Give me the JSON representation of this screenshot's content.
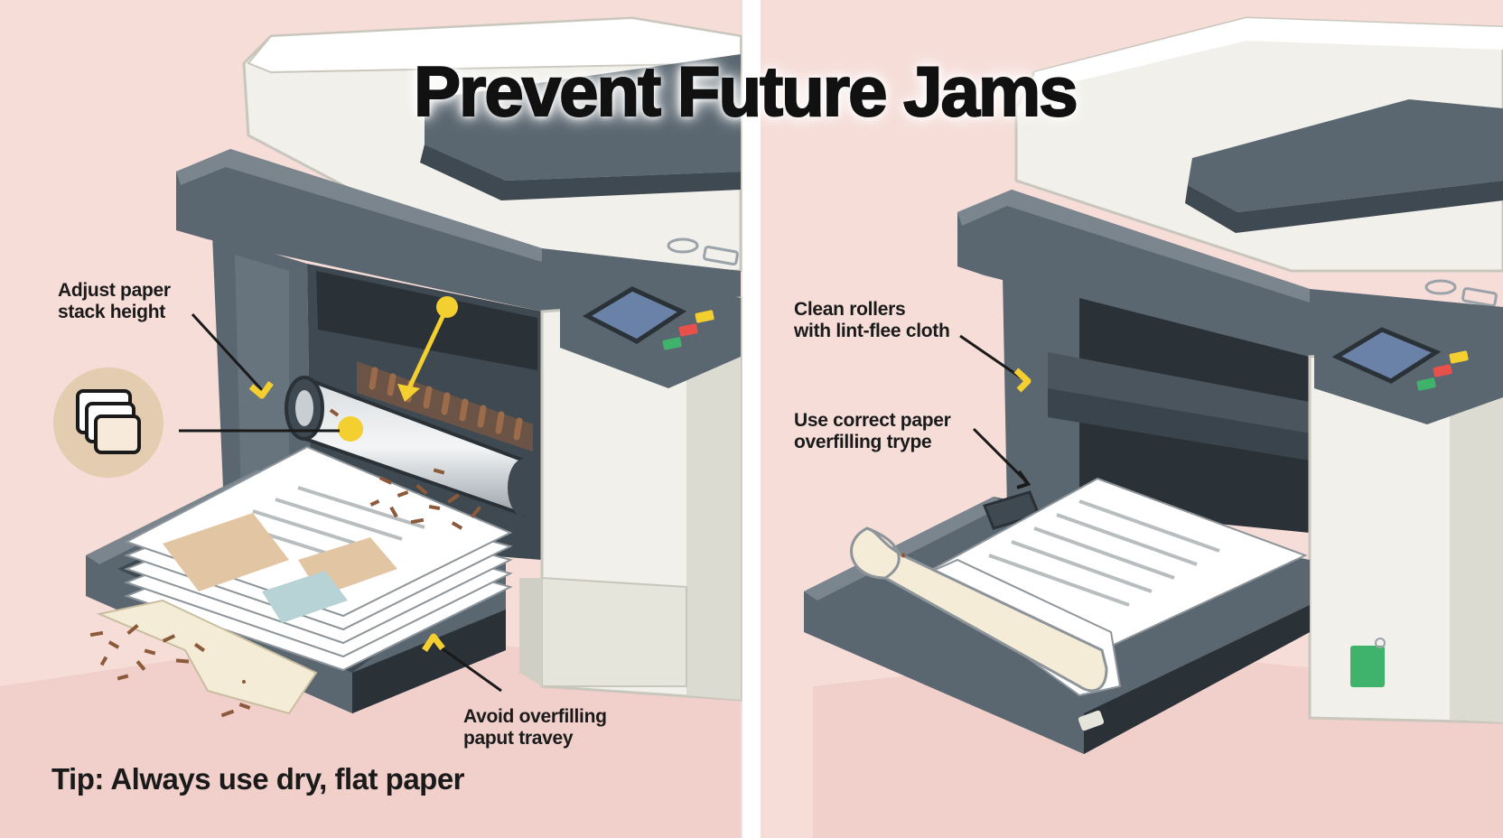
{
  "title": "Prevent Future Jams",
  "tip": "Tip: Always use dry, flat paper",
  "left_panel": {
    "labels": {
      "adjust_stack": [
        "Adjust paper",
        "stack height"
      ],
      "avoid_overfilling": [
        "Avoid overfilling",
        "paput travey"
      ]
    }
  },
  "right_panel": {
    "labels": {
      "clean_rollers": [
        "Clean rollers",
        "with lint-flee cloth"
      ],
      "correct_paper": [
        "Use correct paper",
        "overfilling trype"
      ]
    }
  },
  "colors": {
    "background": "#f6ddd8",
    "divider": "#ffffff",
    "printer_body": "#f1f0ea",
    "printer_dark": "#5a6670",
    "printer_darker": "#3f4951",
    "screen": "#6b82a8",
    "accent_yellow": "#f3cf2f",
    "accent_red": "#e8504a",
    "accent_green": "#3fb36b",
    "debris": "#8c5a3a",
    "badge": "#e4ccb0"
  },
  "icons": [
    "paper-stack-icon",
    "arrow-icon"
  ]
}
